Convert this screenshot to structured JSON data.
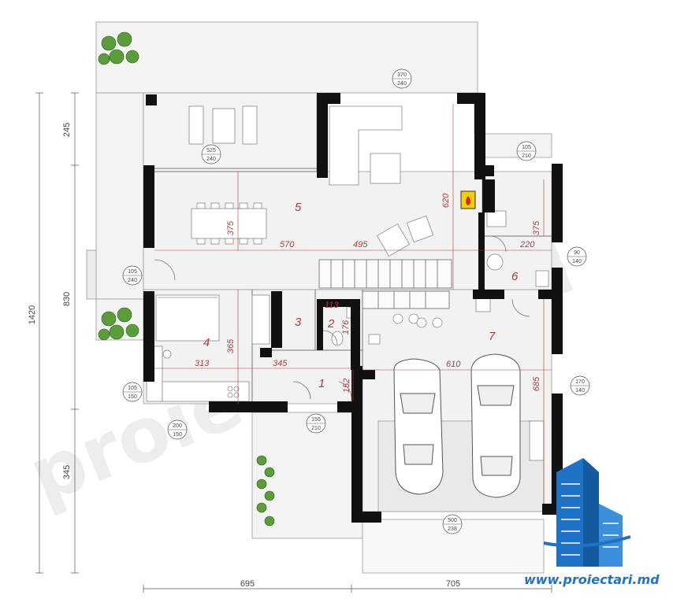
{
  "overall_dimensions": {
    "height_total": "1420",
    "height_segments": [
      "245",
      "830",
      "345"
    ],
    "width_segments": [
      "695",
      "705"
    ]
  },
  "rooms": {
    "r1": "1",
    "r2": "2",
    "r3": "3",
    "r4": "4",
    "r5": "5",
    "r6": "6",
    "r7": "7"
  },
  "interior_dimensions": {
    "d570": "570",
    "d495": "495",
    "d220": "220",
    "d375a": "375",
    "d375b": "375",
    "d620": "620",
    "d365": "365",
    "d313": "313",
    "d345": "345",
    "d610": "610",
    "d685": "685",
    "d152": "152",
    "d113": "113",
    "d176": "176"
  },
  "openings": {
    "o1": {
      "w": "370",
      "h": "240"
    },
    "o2": {
      "w": "525",
      "h": "240"
    },
    "o3": {
      "w": "105",
      "h": "210"
    },
    "o4": {
      "w": "105",
      "h": "240"
    },
    "o5": {
      "w": "90",
      "h": "140"
    },
    "o6": {
      "w": "105",
      "h": "150"
    },
    "o7": {
      "w": "200",
      "h": "150"
    },
    "o8": {
      "w": "155",
      "h": "210"
    },
    "o9": {
      "w": "170",
      "h": "140"
    },
    "o10": {
      "w": "500",
      "h": "238"
    }
  },
  "watermark": "proiectari.md",
  "logo": {
    "website": "www.proiectari.md"
  },
  "colors": {
    "wall": "#111111",
    "dimension_red": "#b03a3a",
    "brand_blue": "#1e73c8",
    "floor": "#f2f2f2"
  },
  "icons": [
    "fireplace-icon",
    "plant-icon",
    "car-icon",
    "building-logo-icon"
  ]
}
